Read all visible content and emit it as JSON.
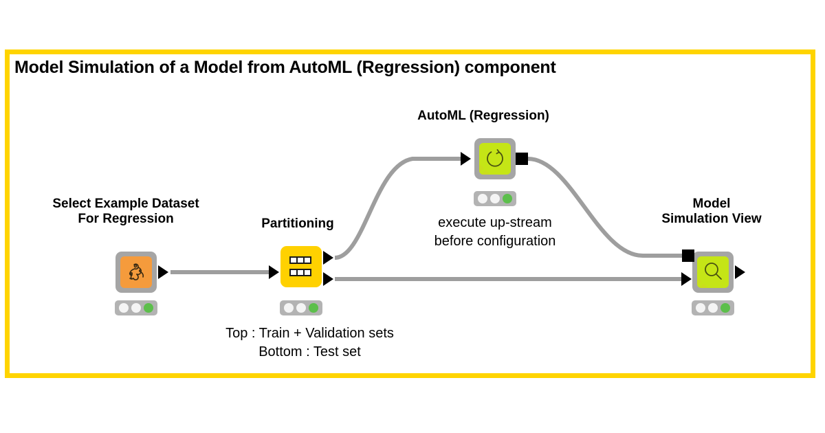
{
  "workflow": {
    "title": "Model Simulation of a Model from AutoML (Regression) component",
    "frame_color": "#FFD400",
    "wire_color": "#9E9E9E",
    "background": "#FFFFFF"
  },
  "nodes": [
    {
      "id": "select-example-dataset",
      "label": "Select Example Dataset\nFor Regression",
      "icon": "dataset-icon",
      "tile_color": "#F59B3C",
      "style": "framed",
      "status": [
        "idle",
        "idle",
        "green"
      ]
    },
    {
      "id": "partitioning",
      "label": "Partitioning",
      "icon": "table-split-icon",
      "tile_color": "#FFD100",
      "style": "plain",
      "status": [
        "idle",
        "idle",
        "green"
      ]
    },
    {
      "id": "automl-regression",
      "label": "AutoML (Regression)",
      "icon": "loop-refresh-icon",
      "tile_color": "#C5E516",
      "style": "framed",
      "status": [
        "idle",
        "idle",
        "green"
      ]
    },
    {
      "id": "model-simulation-view",
      "label": "Model\nSimulation View",
      "icon": "magnifier-icon",
      "tile_color": "#C5E516",
      "style": "framed",
      "status": [
        "idle",
        "idle",
        "green"
      ]
    }
  ],
  "annotations": [
    {
      "id": "automl-note",
      "text": "execute up-stream\nbefore configuration"
    },
    {
      "id": "partitioning-note",
      "text": "Top : Train + Validation sets\nBottom : Test set"
    }
  ]
}
